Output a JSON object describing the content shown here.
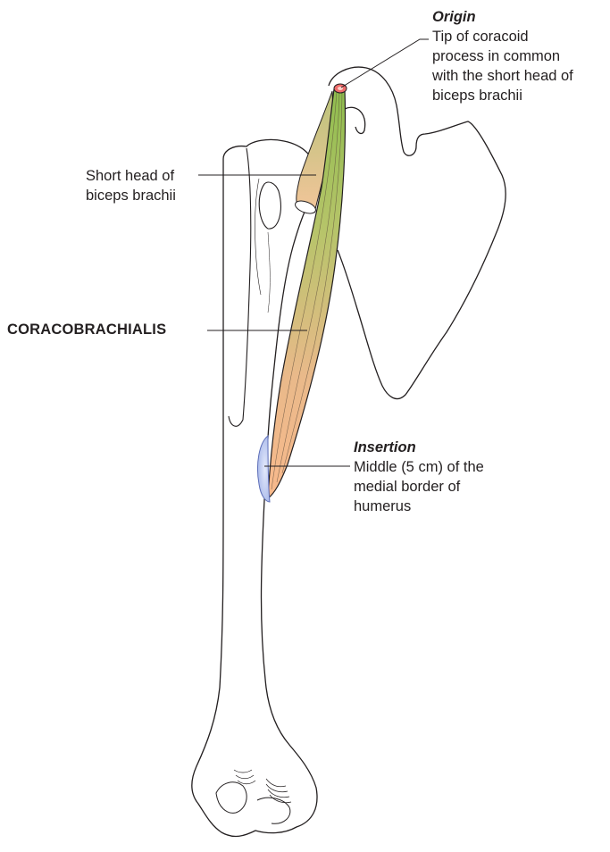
{
  "labels": {
    "origin": {
      "title": "Origin",
      "text": "Tip of coracoid\nprocess in common\nwith the short head of\nbiceps brachii"
    },
    "short_head": "Short head of\nbiceps brachii",
    "muscle": "CORACOBRACHIALIS",
    "insertion": {
      "title": "Insertion",
      "text": "Middle (5 cm) of the\nmedial border of\nhumerus"
    }
  },
  "colors": {
    "outline": "#231f20",
    "muscle_top": "#9cbf5a",
    "muscle_bottom": "#f6b98a",
    "biceps_head": "#eec494",
    "origin_marker": "#ef6b6b",
    "insertion_marker": "#c3d0f0"
  }
}
